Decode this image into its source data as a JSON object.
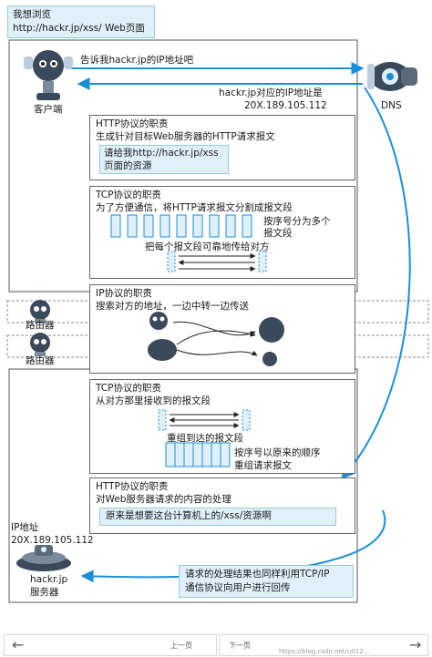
{
  "colors": {
    "accent": "#1b8fd6",
    "highlight": "#dff0fb",
    "box_border": "#666666"
  },
  "client": {
    "bubble_line1": "我想浏览",
    "bubble_line2": "http://hackr.jp/xss/ Web页面",
    "label": "客户端",
    "icon": "client-robot-icon"
  },
  "dns": {
    "label": "DNS",
    "request": "告诉我hackr.jp的IP地址吧",
    "reply_line1": "hackr.jp对应的IP地址是",
    "reply_line2": "20X.189.105.112",
    "icon": "dns-server-icon"
  },
  "http_request": {
    "title": "HTTP协议的职责",
    "desc": "生成针对目标Web服务器的HTTP请求报文",
    "note_line1": "请给我http://hackr.jp/xss",
    "note_line2": "页面的资源"
  },
  "tcp_send": {
    "title": "TCP协议的职责",
    "desc": "为了方便通信，将HTTP请求报文分割成报文段",
    "seq_line1": "按序号分为多个",
    "seq_line2": "报文段",
    "reliable": "把每个报文段可靠地传给对方"
  },
  "ip": {
    "title": "IP协议的职责",
    "desc": "搜索对方的地址，一边中转一边传送"
  },
  "routers": [
    {
      "label": "路由器",
      "icon": "router-robot-icon"
    },
    {
      "label": "路由器",
      "icon": "router-robot-icon"
    }
  ],
  "tcp_receive": {
    "title": "TCP协议的职责",
    "desc": "从对方那里接收到的报文段",
    "reassembled": "重组到达的报文段",
    "order_line1": "按序号以原来的顺序",
    "order_line2": "重组请求报文"
  },
  "http_response": {
    "title": "HTTP协议的职责",
    "desc": "对Web服务器请求的内容的处理",
    "note": "原来是想要这台计算机上的/xss/资源啊"
  },
  "server": {
    "ip_label": "IP地址",
    "ip_value": "20X.189.105.112",
    "name_line1": "hackr.jp",
    "name_line2": "服务器",
    "icon": "server-icon"
  },
  "reply_note_line1": "请求的处理结果也同样利用TCP/IP",
  "reply_note_line2": "通信协议向用户进行回传",
  "nav": {
    "prev": "上一页",
    "next": "下一页"
  },
  "watermark": "https://blog.csdn.net/u012..."
}
